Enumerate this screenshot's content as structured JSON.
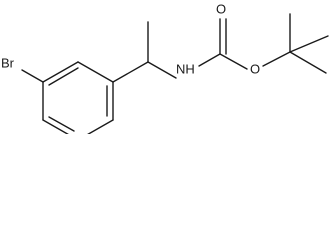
{
  "molecule": {
    "atoms": {
      "bromine": "Br",
      "nitrogen_h": "NH",
      "carbonyl_oxygen": "O",
      "ester_oxygen": "O"
    }
  }
}
